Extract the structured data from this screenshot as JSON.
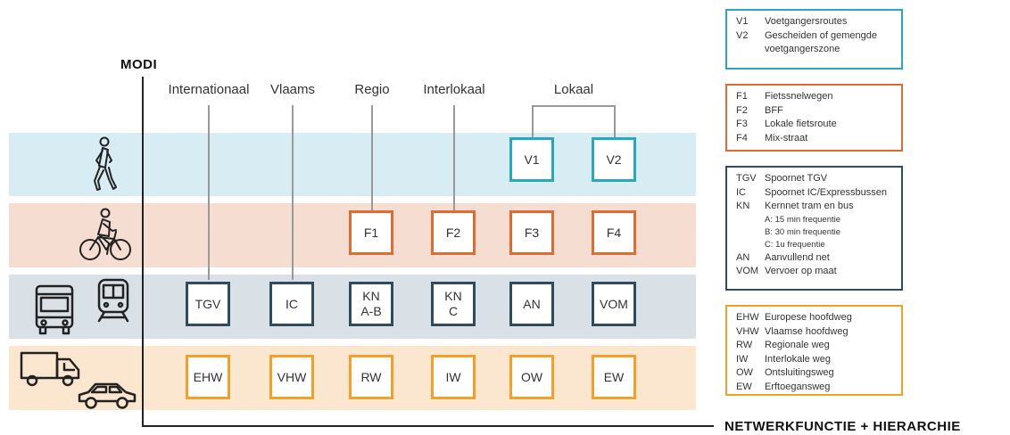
{
  "axes": {
    "y_label": "MODI",
    "x_label": "NETWERKFUNCTIE + HIERARCHIE"
  },
  "columns": [
    "Internationaal",
    "Vlaams",
    "Regio",
    "Interlokaal",
    "Lokaal"
  ],
  "rows": {
    "ped": {
      "icon": "pedestrian-icon",
      "nodes": [
        "V1",
        "V2"
      ]
    },
    "bike": {
      "icon": "bicycle-icon",
      "nodes": [
        "F1",
        "F2",
        "F3",
        "F4"
      ]
    },
    "pt": {
      "icons": [
        "bus-icon",
        "train-icon"
      ],
      "nodes": [
        [
          "TGV"
        ],
        [
          "IC"
        ],
        [
          "KN",
          "A-B"
        ],
        [
          "KN",
          "C"
        ],
        [
          "AN"
        ],
        [
          "VOM"
        ]
      ]
    },
    "car": {
      "icons": [
        "truck-icon",
        "car-icon"
      ],
      "nodes": [
        "EHW",
        "VHW",
        "RW",
        "IW",
        "OW",
        "EW"
      ]
    }
  },
  "colors": {
    "ped": "#2aa7c0",
    "bike": "#e06c32",
    "pt": "#2e4b5f",
    "car": "#f2a02a",
    "band_ped": "#d8ecf3",
    "band_bike": "#f5ddd2",
    "band_pt": "#d9e1e7",
    "band_car": "#fbe6cf"
  },
  "legends": {
    "ped": [
      {
        "code": "V1",
        "text": "Voetgangersroutes"
      },
      {
        "code": "V2",
        "text": "Gescheiden of gemengde"
      },
      {
        "code": "",
        "text": "voetgangerszone"
      }
    ],
    "bike": [
      {
        "code": "F1",
        "text": "Fietssnelwegen"
      },
      {
        "code": "F2",
        "text": "BFF"
      },
      {
        "code": "F3",
        "text": "Lokale fietsroute"
      },
      {
        "code": "F4",
        "text": "Mix-straat"
      }
    ],
    "pt": [
      {
        "code": "TGV",
        "text": "Spoornet TGV"
      },
      {
        "code": "IC",
        "text": "Spoornet IC/Expressbussen"
      },
      {
        "code": "KN",
        "text": "Kernnet tram en bus"
      }
    ],
    "pt_sub": [
      "A: 15 min frequentie",
      "B: 30 min frequentie",
      "C: 1u frequentie"
    ],
    "pt_rest": [
      {
        "code": "AN",
        "text": "Aanvullend net"
      },
      {
        "code": "VOM",
        "text": "Vervoer op maat"
      }
    ],
    "car": [
      {
        "code": "EHW",
        "text": "Europese hoofdweg"
      },
      {
        "code": "VHW",
        "text": "Vlaamse hoofdweg"
      },
      {
        "code": "RW",
        "text": "Regionale weg"
      },
      {
        "code": "IW",
        "text": "Interlokale weg"
      },
      {
        "code": "OW",
        "text": "Ontsluitingsweg"
      },
      {
        "code": "EW",
        "text": "Erftoegansweg"
      }
    ]
  }
}
